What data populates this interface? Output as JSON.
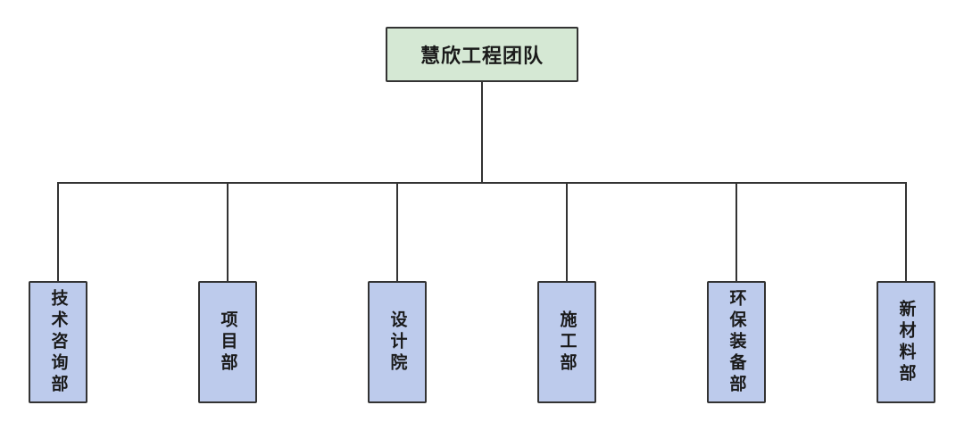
{
  "diagram": {
    "type": "org-chart",
    "root": {
      "label": "慧欣工程团队"
    },
    "departments": [
      {
        "label": "技术咨询部"
      },
      {
        "label": "项目部"
      },
      {
        "label": "设计院"
      },
      {
        "label": "施工部"
      },
      {
        "label": "环保装备部"
      },
      {
        "label": "新材料部"
      }
    ],
    "colors": {
      "background": "#ffffff",
      "line": "#333333",
      "root_fill": "#d5e8d4",
      "root_border": "#333333",
      "dept_fill": "#bdcbec",
      "dept_border": "#333333"
    }
  }
}
